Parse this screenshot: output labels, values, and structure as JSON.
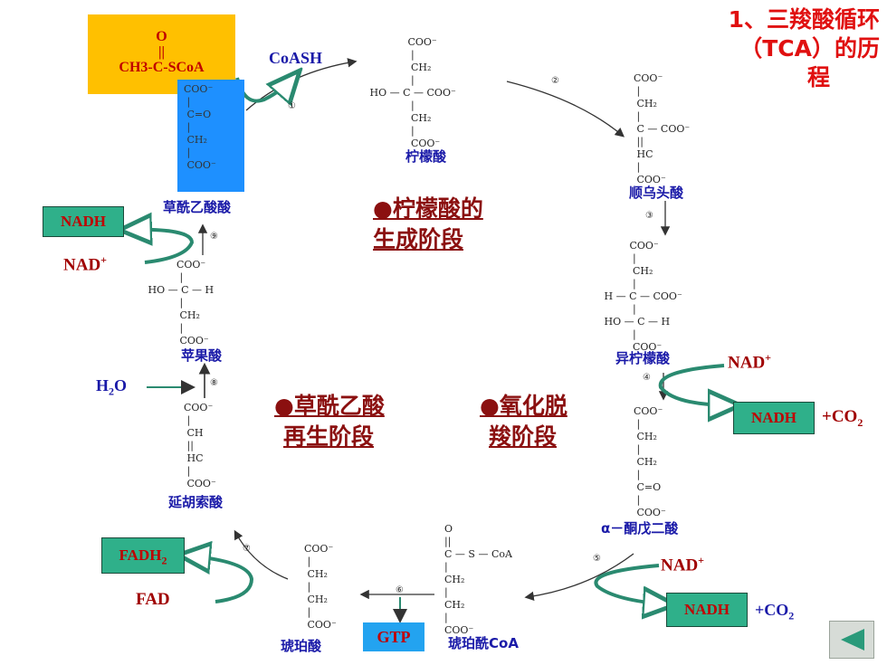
{
  "title": [
    "1、三羧酸循环",
    "（TCA）的历",
    "程"
  ],
  "acetyl": {
    "o": "O",
    "dbl": "||",
    "formula": "CH3-C-SCoA"
  },
  "coash": "CoASH",
  "compounds": {
    "citrate": "柠檬酸",
    "cis_aconitate": "顺乌头酸",
    "isocitrate": "异柠檬酸",
    "ketoglutarate": "α－酮戊二酸",
    "succinyl_coa": "琥珀酰CoA",
    "succinate": "琥珀酸",
    "fumarate": "延胡索酸",
    "malate": "苹果酸",
    "oxaloacetate": "草酰乙酸酸"
  },
  "stages": {
    "citrate_formation": [
      "●柠檬酸的",
      "生成阶段"
    ],
    "oxidative_decarb": [
      "●氧化脱",
      "羧阶段"
    ],
    "oaa_regen": [
      "●草酰乙酸",
      "再生阶段"
    ]
  },
  "cofactors": {
    "nadh": "NADH",
    "nad_plus": "NAD+",
    "co2": "+CO2",
    "fadh2": "FADH2",
    "fad": "FAD",
    "gtp": "GTP",
    "h2o": "H2O"
  },
  "steps": [
    "①",
    "②",
    "③",
    "④",
    "⑤",
    "⑥",
    "⑦",
    "⑧",
    "⑨"
  ],
  "colors": {
    "title_red": "#e01010",
    "box_green": "#2fb08a",
    "gtp_blue": "#23a3f0",
    "acetyl_yellow": "#ffc000",
    "oaa_blue": "#1e90ff",
    "stage_red": "#8b1010"
  }
}
